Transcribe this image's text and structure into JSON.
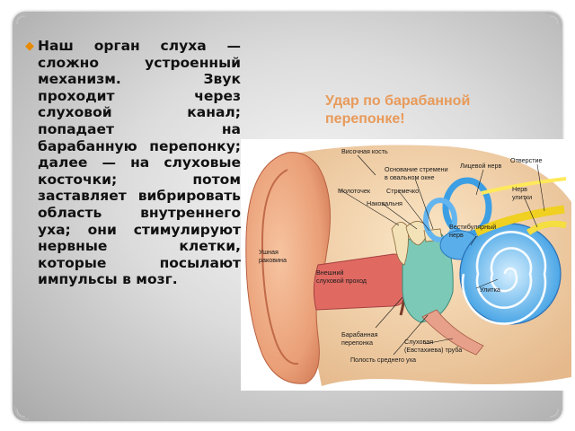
{
  "slide": {
    "body_text": "Наш орган слуха — сложно устроенный механизм. Звук проходит через слуховой канал; попадает на барабанную перепонку; далее — на слуховые косточки; потом заставляет вибрировать область внутреннего уха; они стимулируют нервные клетки, которые посылают импульсы в мозг.",
    "callout_line1": "Удар по барабанной",
    "callout_line2": "перепонке!",
    "colors": {
      "bullet": "#e88a00",
      "callout": "#e89a5a",
      "frame": "#c8c8c8"
    }
  },
  "diagram": {
    "labels": {
      "temporal_bone": "Височная кость",
      "stapes_base_l1": "Основание стремени",
      "stapes_base_l2": "в овальном окне",
      "facial_nerve": "Лицевой нерв",
      "opening": "Отверстие",
      "malleus": "Молоточек",
      "stapes": "Стремечко",
      "incus": "Наковальня",
      "cochlear_nerve_l1": "Нерв",
      "cochlear_nerve_l2": "улитки",
      "vestibular_nerve_l1": "Вестибулярный",
      "vestibular_nerve_l2": "нерв",
      "auricle_l1": "Ушная",
      "auricle_l2": "раковина",
      "canal_l1": "Внешний",
      "canal_l2": "слуховой проход",
      "cochlea": "Улитка",
      "eardrum_l1": "Барабанная",
      "eardrum_l2": "перепонка",
      "tube_l1": "Слуховая",
      "tube_l2": "(Евстахиева) труба",
      "middle_ear_cavity": "Полость среднего уха"
    }
  }
}
